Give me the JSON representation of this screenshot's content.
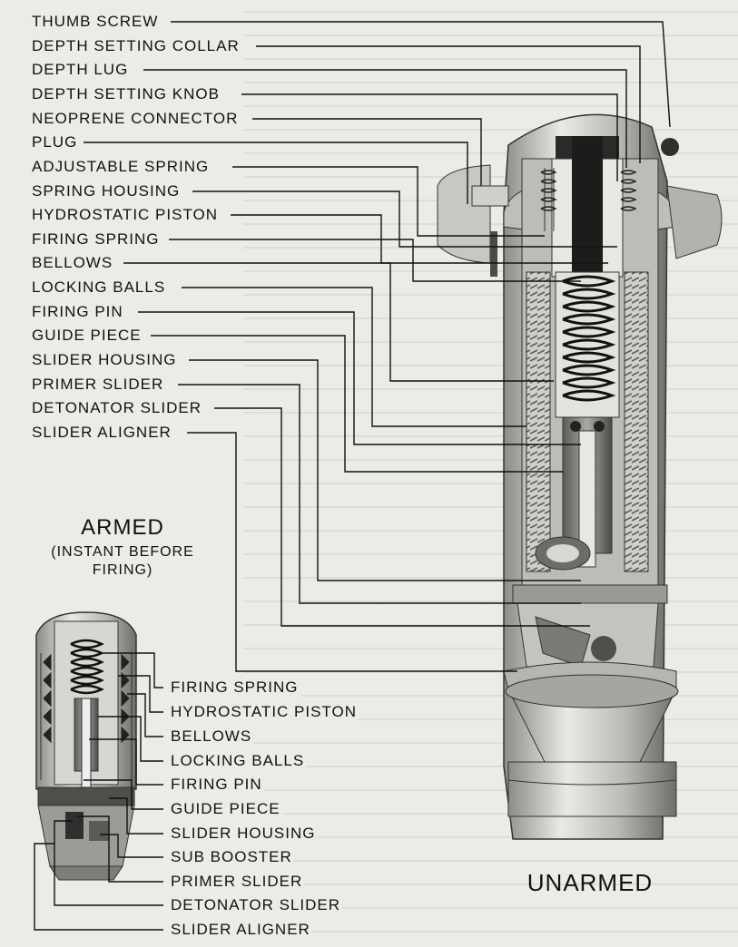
{
  "diagram": {
    "labels_main": [
      "THUMB SCREW",
      "DEPTH SETTING COLLAR",
      "DEPTH LUG",
      "DEPTH SETTING KNOB",
      "NEOPRENE CONNECTOR",
      "PLUG",
      "ADJUSTABLE SPRING",
      "SPRING HOUSING",
      "HYDROSTATIC PISTON",
      "FIRING SPRING",
      "BELLOWS",
      "LOCKING BALLS",
      "FIRING PIN",
      "GUIDE PIECE",
      "SLIDER HOUSING",
      "PRIMER SLIDER",
      "DETONATOR SLIDER",
      "SLIDER ALIGNER"
    ],
    "labels_armed": [
      "FIRING SPRING",
      "HYDROSTATIC PISTON",
      "BELLOWS",
      "LOCKING BALLS",
      "FIRING PIN",
      "GUIDE PIECE",
      "SLIDER HOUSING",
      "SUB BOOSTER",
      "PRIMER SLIDER",
      "DETONATOR SLIDER",
      "SLIDER ALIGNER"
    ],
    "armed_title": "ARMED",
    "armed_subtitle_line1": "(INSTANT BEFORE",
    "armed_subtitle_line2": "FIRING)",
    "unarmed_title": "UNARMED"
  }
}
